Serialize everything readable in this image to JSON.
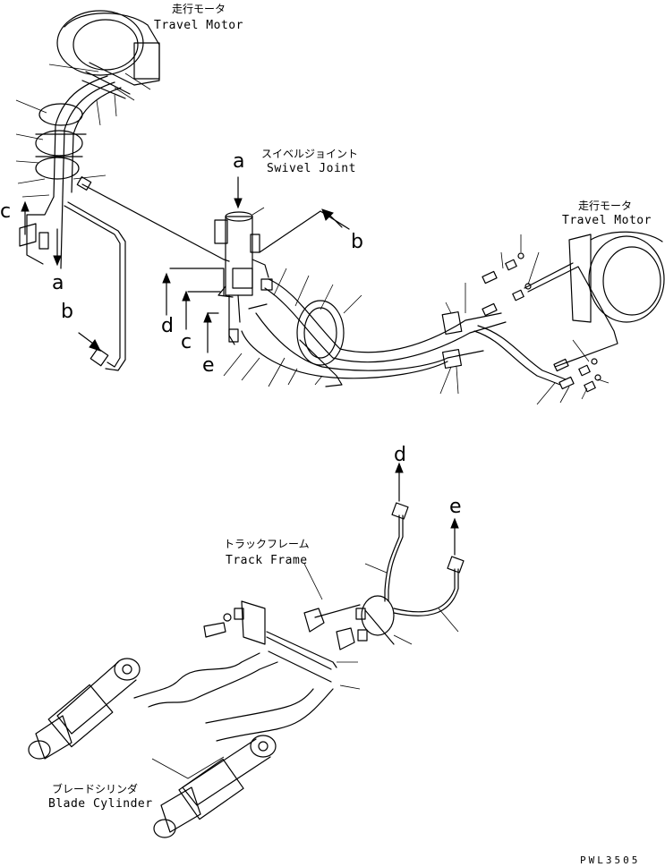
{
  "labels": {
    "travel_motor_top_jp": "走行モータ",
    "travel_motor_top_en": "Travel Motor",
    "swivel_joint_jp": "スイベルジョイント",
    "swivel_joint_en": "Swivel Joint",
    "travel_motor_right_jp": "走行モータ",
    "travel_motor_right_en": "Travel Motor",
    "track_frame_jp": "トラックフレーム",
    "track_frame_en": "Track Frame",
    "blade_cylinder_jp": "ブレードシリンダ",
    "blade_cylinder_en": "Blade Cylinder",
    "drawing_code": "PWL3505"
  },
  "connectors": {
    "a_top": "a",
    "a_left": "a",
    "b_left": "b",
    "b_right": "b",
    "c_left": "c",
    "c_mid": "c",
    "d_mid": "d",
    "d_lower": "d",
    "e_mid": "e",
    "e_lower": "e"
  }
}
